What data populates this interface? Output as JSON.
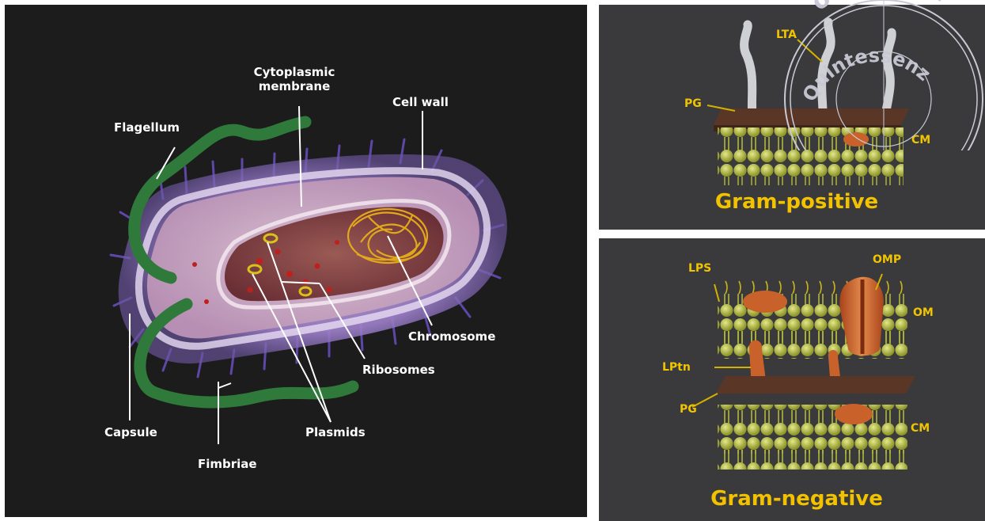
{
  "left": {
    "labels": {
      "cytoplasmic": "Cytoplasmic\nmembrane",
      "cell_wall": "Cell wall",
      "flagellum": "Flagellum",
      "chromosome": "Chromosome",
      "ribosomes": "Ribosomes",
      "capsule": "Capsule",
      "plasmids": "Plasmids",
      "fimbriae": "Fimbriae"
    }
  },
  "gram_positive": {
    "title": "Gram-positive",
    "labels": {
      "lta": "LTA",
      "pg": "PG",
      "cm": "CM"
    }
  },
  "gram_negative": {
    "title": "Gram-negative",
    "labels": {
      "lps": "LPS",
      "omp": "OMP",
      "om": "OM",
      "lptn": "LPtn",
      "pg": "PG",
      "cm": "CM"
    }
  },
  "watermark": {
    "line1": "of publica",
    "line2": "Quintessenz"
  },
  "colors": {
    "label_white": "#ffffff",
    "label_yellow": "#f0c400",
    "panel_dark": "#1c1c1d",
    "panel_grey": "#3a3a3c",
    "flagellum_green": "#2f7a3a",
    "capsule_purple": "#a98ccf",
    "lipid_head": "#b8bf3a",
    "protein_orange": "#c9622a",
    "peptidoglycan": "#5a3626"
  }
}
